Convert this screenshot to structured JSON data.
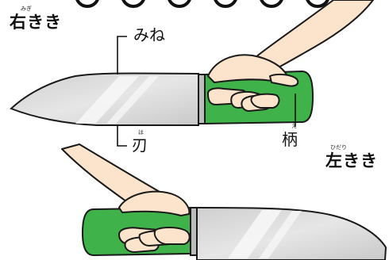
{
  "labels": {
    "right_handed": {
      "text": "右きき",
      "reading": "みぎ"
    },
    "left_handed": {
      "text": "左きき",
      "reading": "ひだり"
    },
    "spine": {
      "text": "みね"
    },
    "edge": {
      "text": "刃",
      "reading": "は"
    },
    "handle": {
      "text": "柄",
      "reading": "え"
    }
  },
  "colors": {
    "blade": "#d9d9d9",
    "blade_shine": "#f4f4f4",
    "handle": "#3fb34a",
    "skin": "#fbe3cc",
    "outline": "#1a1a1a"
  },
  "icons": [
    "knife-right-handed",
    "knife-left-handed",
    "right-hand-grip",
    "left-hand-grip"
  ]
}
